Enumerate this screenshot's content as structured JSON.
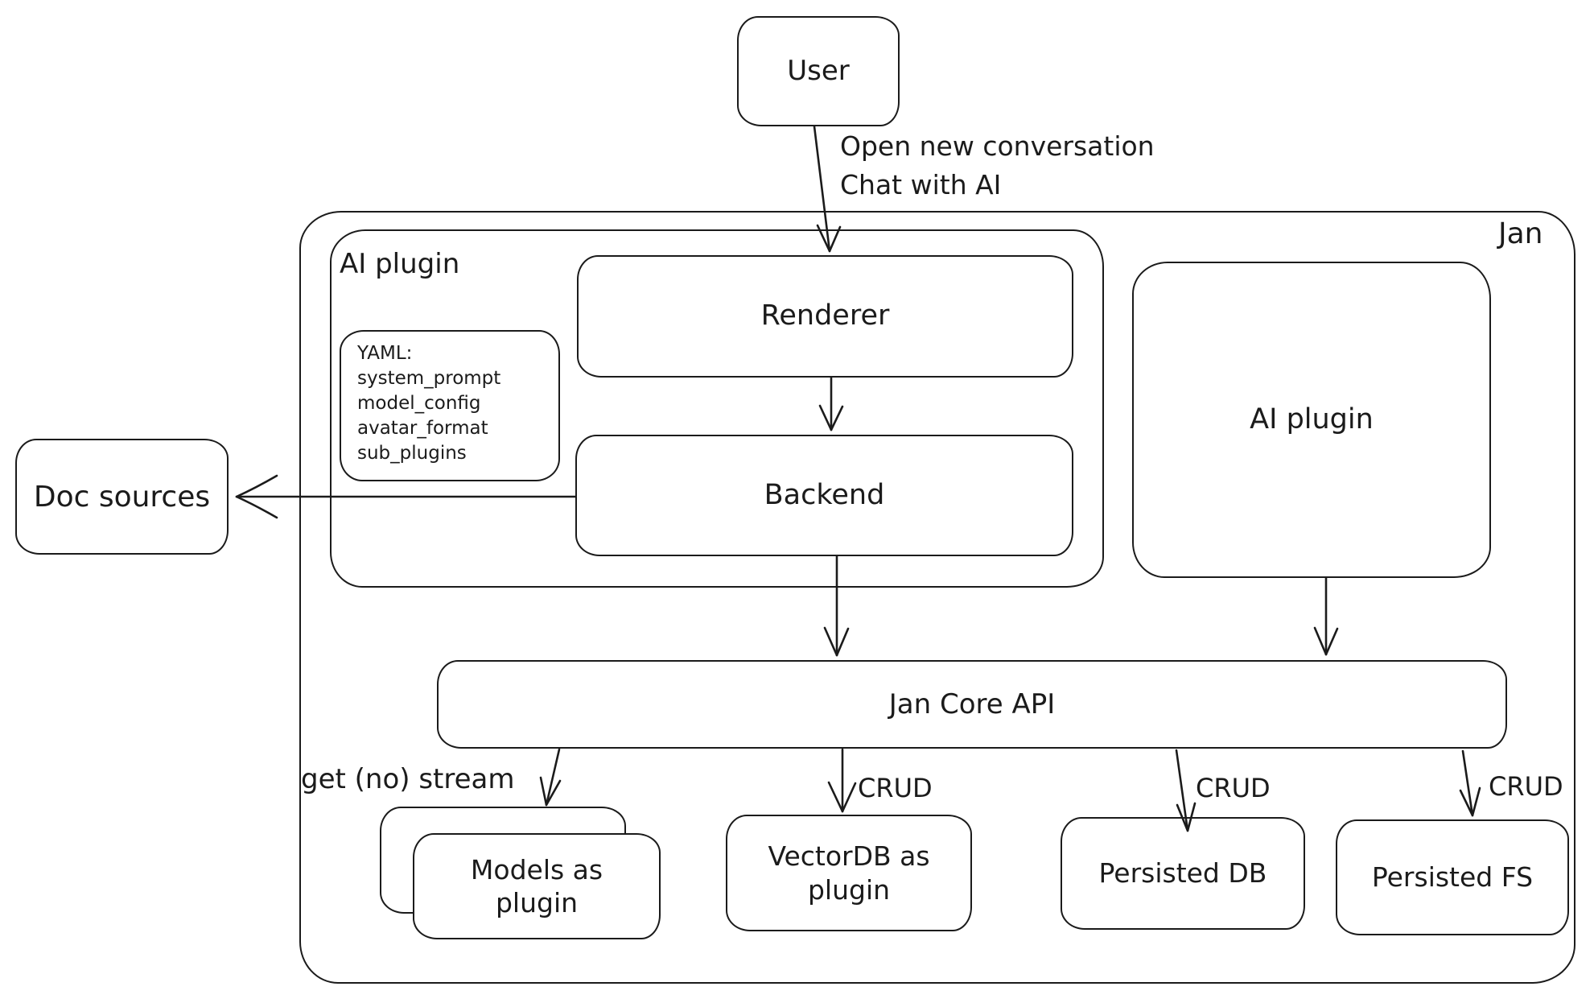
{
  "canvas": {
    "background": "#ffffff",
    "stroke_color": "#1b1b1b"
  },
  "nodes": {
    "user": {
      "label": "User"
    },
    "jan_container": {
      "label": "Jan"
    },
    "ai_plugin_container": {
      "label": "AI plugin"
    },
    "yaml_note": {
      "lines": [
        "YAML:",
        "system_prompt",
        "model_config",
        "avatar_format",
        "sub_plugins"
      ]
    },
    "renderer": {
      "label": "Renderer"
    },
    "backend": {
      "label": "Backend"
    },
    "doc_sources": {
      "label": "Doc sources"
    },
    "ai_plugin_right": {
      "label": "AI plugin"
    },
    "jan_core_api": {
      "label": "Jan Core API"
    },
    "models_plugin": {
      "label": "Models as plugin"
    },
    "vectordb_plugin": {
      "label": "VectorDB as plugin"
    },
    "persisted_db": {
      "label": "Persisted DB"
    },
    "persisted_fs": {
      "label": "Persisted FS"
    }
  },
  "edges": {
    "user_to_renderer": {
      "label_line1": "Open new conversation",
      "label_line2": "Chat with AI"
    },
    "core_to_models": {
      "label": "get (no) stream"
    },
    "core_to_vectordb": {
      "label": "CRUD"
    },
    "core_to_persisted_db": {
      "label": "CRUD"
    },
    "core_to_persisted_fs": {
      "label": "CRUD"
    }
  }
}
